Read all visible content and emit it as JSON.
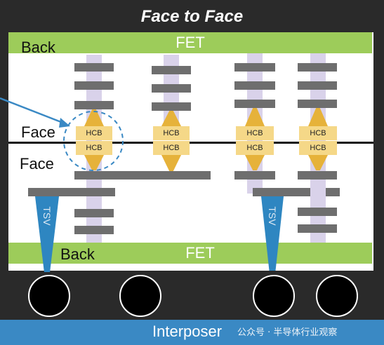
{
  "title": "Face to Face",
  "top_fet": "FET",
  "bottom_fet": "FET",
  "labels": {
    "back_top": "Back",
    "face_top": "Face",
    "face_bottom": "Face",
    "back_bottom": "Back"
  },
  "hcb": "HCB",
  "tsv": "TSV",
  "interposer": "Interposer",
  "watermark": "公众号 · 半导体行业观察",
  "colors": {
    "fet": "#9dcc5a",
    "hcb_pad": "#f5d888",
    "bond_cone": "#e6b23a",
    "metal": "#6e6e6e",
    "via": "#d9d2ea",
    "tsv": "#2e86c1",
    "interposer": "#3a89c4",
    "background": "#2a2a2a"
  }
}
